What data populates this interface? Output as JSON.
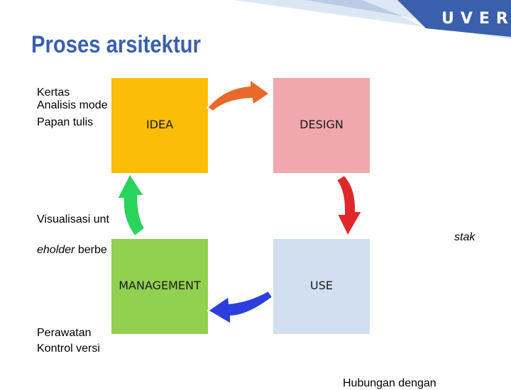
{
  "slide": {
    "title": "Proses arsitektur",
    "logo_text": "UVERS"
  },
  "left_text": {
    "top_lines": [
      "Kertas",
      "Analisis mode",
      "Papan tulis"
    ],
    "visualisasi": "Visualisasi unt",
    "stakeholder_right": "stak",
    "stakeholder_left_italic": "eholder",
    "stakeholder_left_rest": " berbe",
    "bottom_lines": [
      "Perawatan",
      "Kontrol versi"
    ],
    "bottom_right": "Hubungan dengan"
  },
  "cycle": {
    "idea": "IDEA",
    "design": "DESIGN",
    "use": "USE",
    "management": "MANAGEMENT"
  },
  "colors": {
    "title": "#3a60ad",
    "idea": "#fbbd08",
    "design": "#f0a7ad",
    "use": "#d1dff0",
    "management": "#92d050",
    "arrow_idea_design": "#e8692a",
    "arrow_design_use": "#e0282a",
    "arrow_use_management": "#2b3fdf",
    "arrow_management_idea": "#28d45a",
    "banner_dark": "#3a60ad",
    "banner_light": "#c9d8ee"
  }
}
